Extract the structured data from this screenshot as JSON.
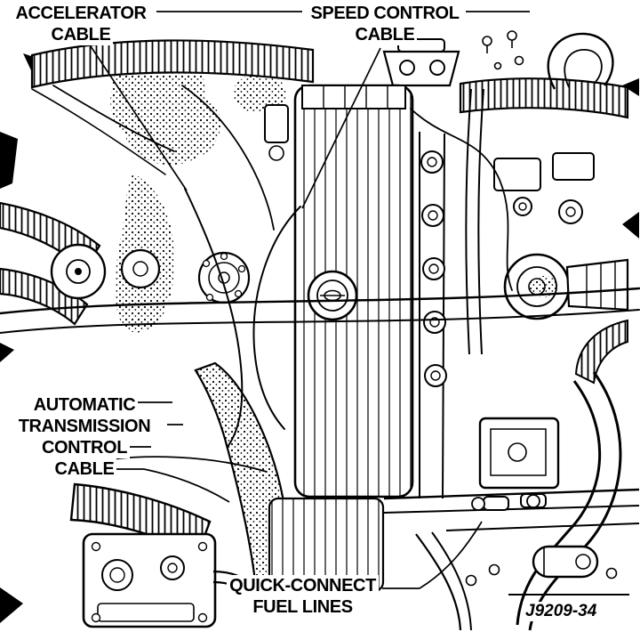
{
  "figure": {
    "id": "J9209-34",
    "colors": {
      "paper": "#ffffff",
      "ink": "#000000"
    }
  },
  "labels": {
    "accelerator_cable": {
      "lines": [
        "ACCELERATOR",
        "CABLE"
      ]
    },
    "speed_control_cable": {
      "lines": [
        "SPEED CONTROL",
        "CABLE"
      ]
    },
    "auto_trans_cable": {
      "lines": [
        "AUTOMATIC",
        "TRANSMISSION",
        "CONTROL",
        "CABLE"
      ]
    },
    "fuel_lines": {
      "lines": [
        "QUICK-CONNECT",
        "FUEL LINES"
      ]
    }
  }
}
